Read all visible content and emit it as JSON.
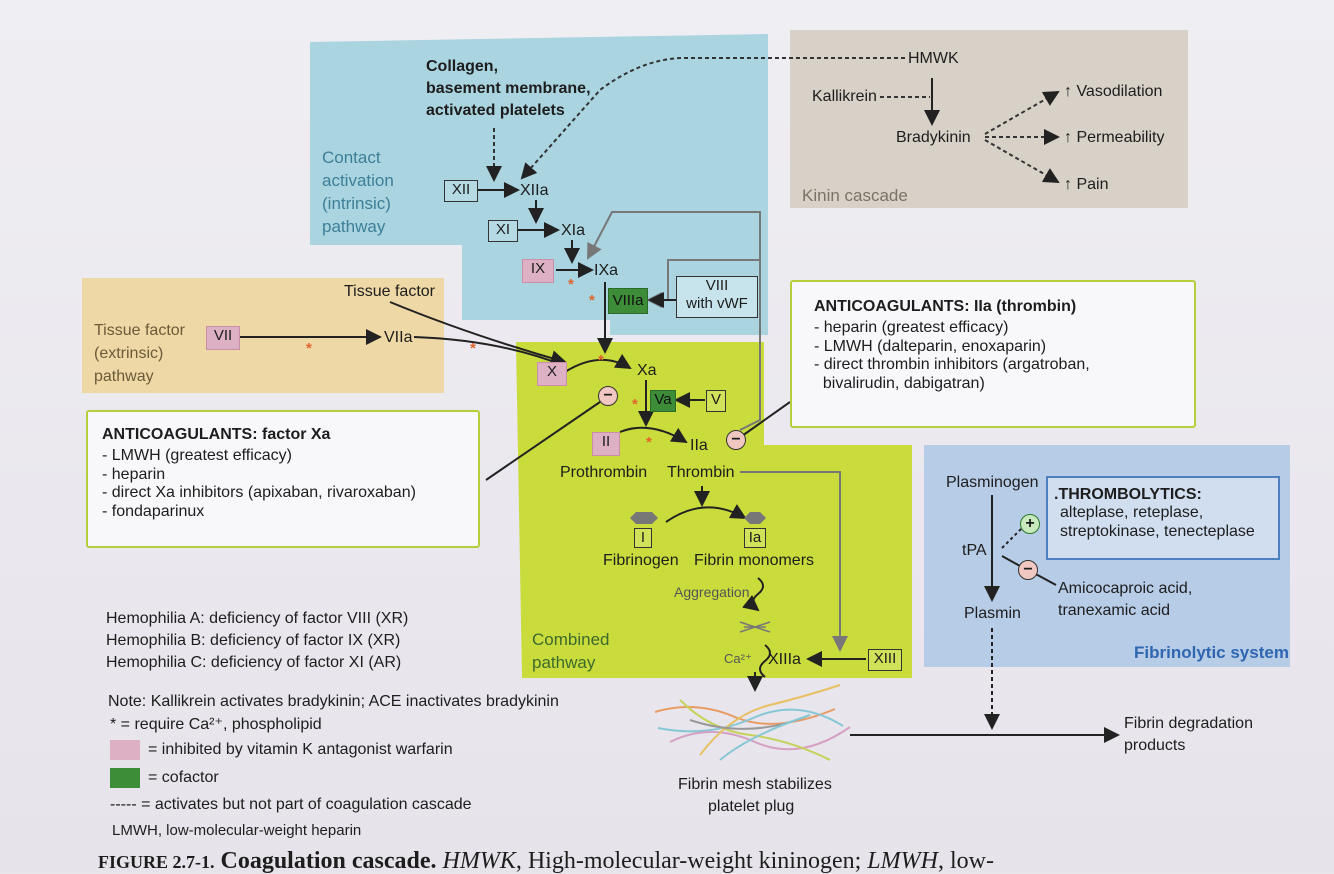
{
  "intrinsic": {
    "stimulus_lines": [
      "Collagen,",
      "basement membrane,",
      "activated platelets"
    ],
    "label_lines": [
      "Contact",
      "activation",
      "(intrinsic)",
      "pathway"
    ],
    "xii": "XII",
    "xiia": "XIIa",
    "xi": "XI",
    "xia": "XIa",
    "ix": "IX",
    "ixa": "IXa",
    "viiia": "VIIIa",
    "viii_lines": [
      "VIII",
      "with vWF"
    ]
  },
  "extrinsic": {
    "label_lines": [
      "Tissue factor",
      "(extrinsic)",
      "pathway"
    ],
    "tissue_factor": "Tissue factor",
    "vii": "VII",
    "viia": "VIIa"
  },
  "kinin": {
    "hmwk": "HMWK",
    "kallikrein": "Kallikrein",
    "bradykinin": "Bradykinin",
    "vasodilation": "↑ Vasodilation",
    "permeability": "↑ Permeability",
    "pain": "↑ Pain",
    "label": "Kinin cascade"
  },
  "common": {
    "x": "X",
    "xa": "Xa",
    "va": "Va",
    "v": "V",
    "ii": "II",
    "iia": "IIa",
    "prothrombin": "Prothrombin",
    "thrombin": "Thrombin",
    "i": "I",
    "ia": "Ia",
    "fibrinogen": "Fibrinogen",
    "fibrin_monomers": "Fibrin monomers",
    "aggregation": "Aggregation",
    "ca": "Ca²⁺",
    "xiiia": "XIIIa",
    "xiii": "XIII",
    "label_lines": [
      "Combined",
      "pathway"
    ],
    "mesh_lines": [
      "Fibrin mesh stabilizes",
      "platelet plug"
    ]
  },
  "anticoag_iia": {
    "title": "ANTICOAGULANTS: IIa (thrombin)",
    "items": [
      "- heparin (greatest efficacy)",
      "- LMWH (dalteparin, enoxaparin)",
      "- direct thrombin inhibitors (argatroban,",
      "  bivalirudin, dabigatran)"
    ]
  },
  "anticoag_xa": {
    "title": "ANTICOAGULANTS: factor Xa",
    "items": [
      "- LMWH (greatest efficacy)",
      "- heparin",
      "- direct Xa inhibitors (apixaban, rivaroxaban)",
      "- fondaparinux"
    ]
  },
  "fibrinolytic": {
    "plasminogen": "Plasminogen",
    "tpa": "tPA",
    "plasmin": "Plasmin",
    "thrombolytics_lines": [
      ".THROMBOLYTICS:",
      "alteplase, reteplase,",
      "streptokinase, tenecteplase"
    ],
    "inhibitors_lines": [
      "Amicocaproic acid,",
      "tranexamic acid"
    ],
    "label": "Fibrinolytic system",
    "degradation_lines": [
      "Fibrin degradation",
      "products"
    ]
  },
  "hemophilia": [
    "Hemophilia A: deficiency of factor VIII (XR)",
    "Hemophilia B: deficiency of factor IX (XR)",
    "Hemophilia C: deficiency of factor XI (AR)"
  ],
  "legend": {
    "note": "Note: Kallikrein activates bradykinin; ACE inactivates bradykinin",
    "star": "* = require Ca²⁺, phospholipid",
    "pink": "= inhibited by vitamin K antagonist warfarin",
    "green": "= cofactor",
    "dashed": "----- = activates but not part of coagulation cascade",
    "lmwh": "LMWH, low-molecular-weight heparin"
  },
  "caption": {
    "number": "FIGURE 2.7-1.",
    "title": "Coagulation cascade.",
    "rest_abbr1": "HMWK",
    "rest_text1": ", High-molecular-weight kininogen; ",
    "rest_abbr2": "LMWH",
    "rest_text2": ", low-"
  },
  "colors": {
    "intrinsic_bg": "#a9d4e0",
    "extrinsic_bg": "#eed8a6",
    "common_bg": "#c9dc3c",
    "kinin_bg": "#d8d1c7",
    "fibrinolytic_bg": "#b7cce6",
    "pink": "#ddb0c4",
    "green": "#3c8c38",
    "star": "#e0632c"
  }
}
